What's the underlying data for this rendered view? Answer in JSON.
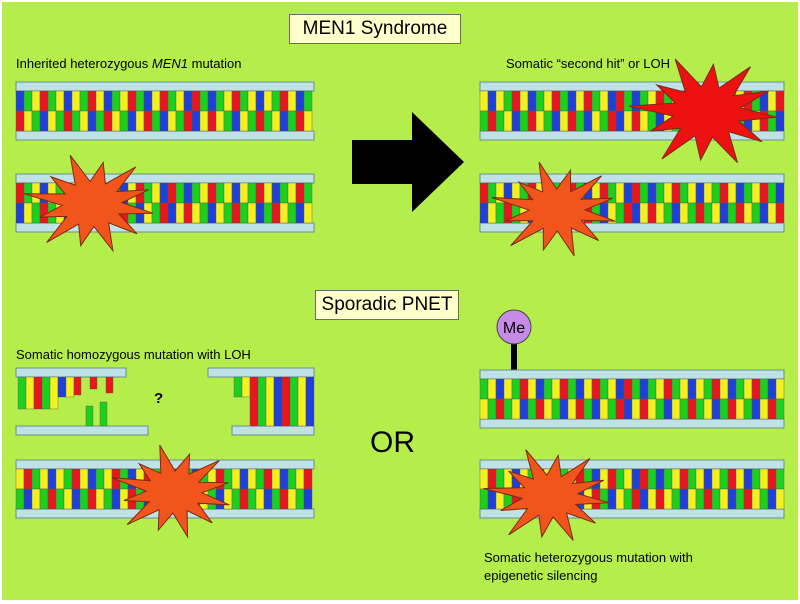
{
  "titles": {
    "men1": "MEN1 Syndrome",
    "sporadic": "Sporadic PNET"
  },
  "captions": {
    "inherited_prefix": "Inherited heterozygous ",
    "inherited_gene": "MEN1",
    "inherited_suffix": " mutation",
    "second_hit": "Somatic “second hit” or LOH",
    "homozygous": "Somatic homozygous mutation with LOH",
    "question": "?",
    "epigenetic_line1": "Somatic heterozygous mutation with",
    "epigenetic_line2": "epigenetic silencing"
  },
  "or_label": "OR",
  "methyl_label": "Me",
  "colors": {
    "background": "#b5ee4a",
    "backbone": "#bfe2e6",
    "base_blue": "#1f3fd6",
    "base_green": "#1ed01e",
    "base_yellow": "#f2f020",
    "base_red": "#e8171c",
    "mutation_orange": "#f2551c",
    "mutation_red": "#ee1111",
    "methyl_purple": "#c58be6",
    "arrow": "#000000"
  },
  "dna_pattern": [
    "blue",
    "green",
    "yellow",
    "red",
    "green",
    "yellow",
    "blue",
    "yellow",
    "green",
    "red",
    "yellow",
    "blue",
    "green",
    "yellow",
    "red",
    "green",
    "blue",
    "yellow",
    "red",
    "green",
    "yellow",
    "blue",
    "red",
    "green"
  ]
}
